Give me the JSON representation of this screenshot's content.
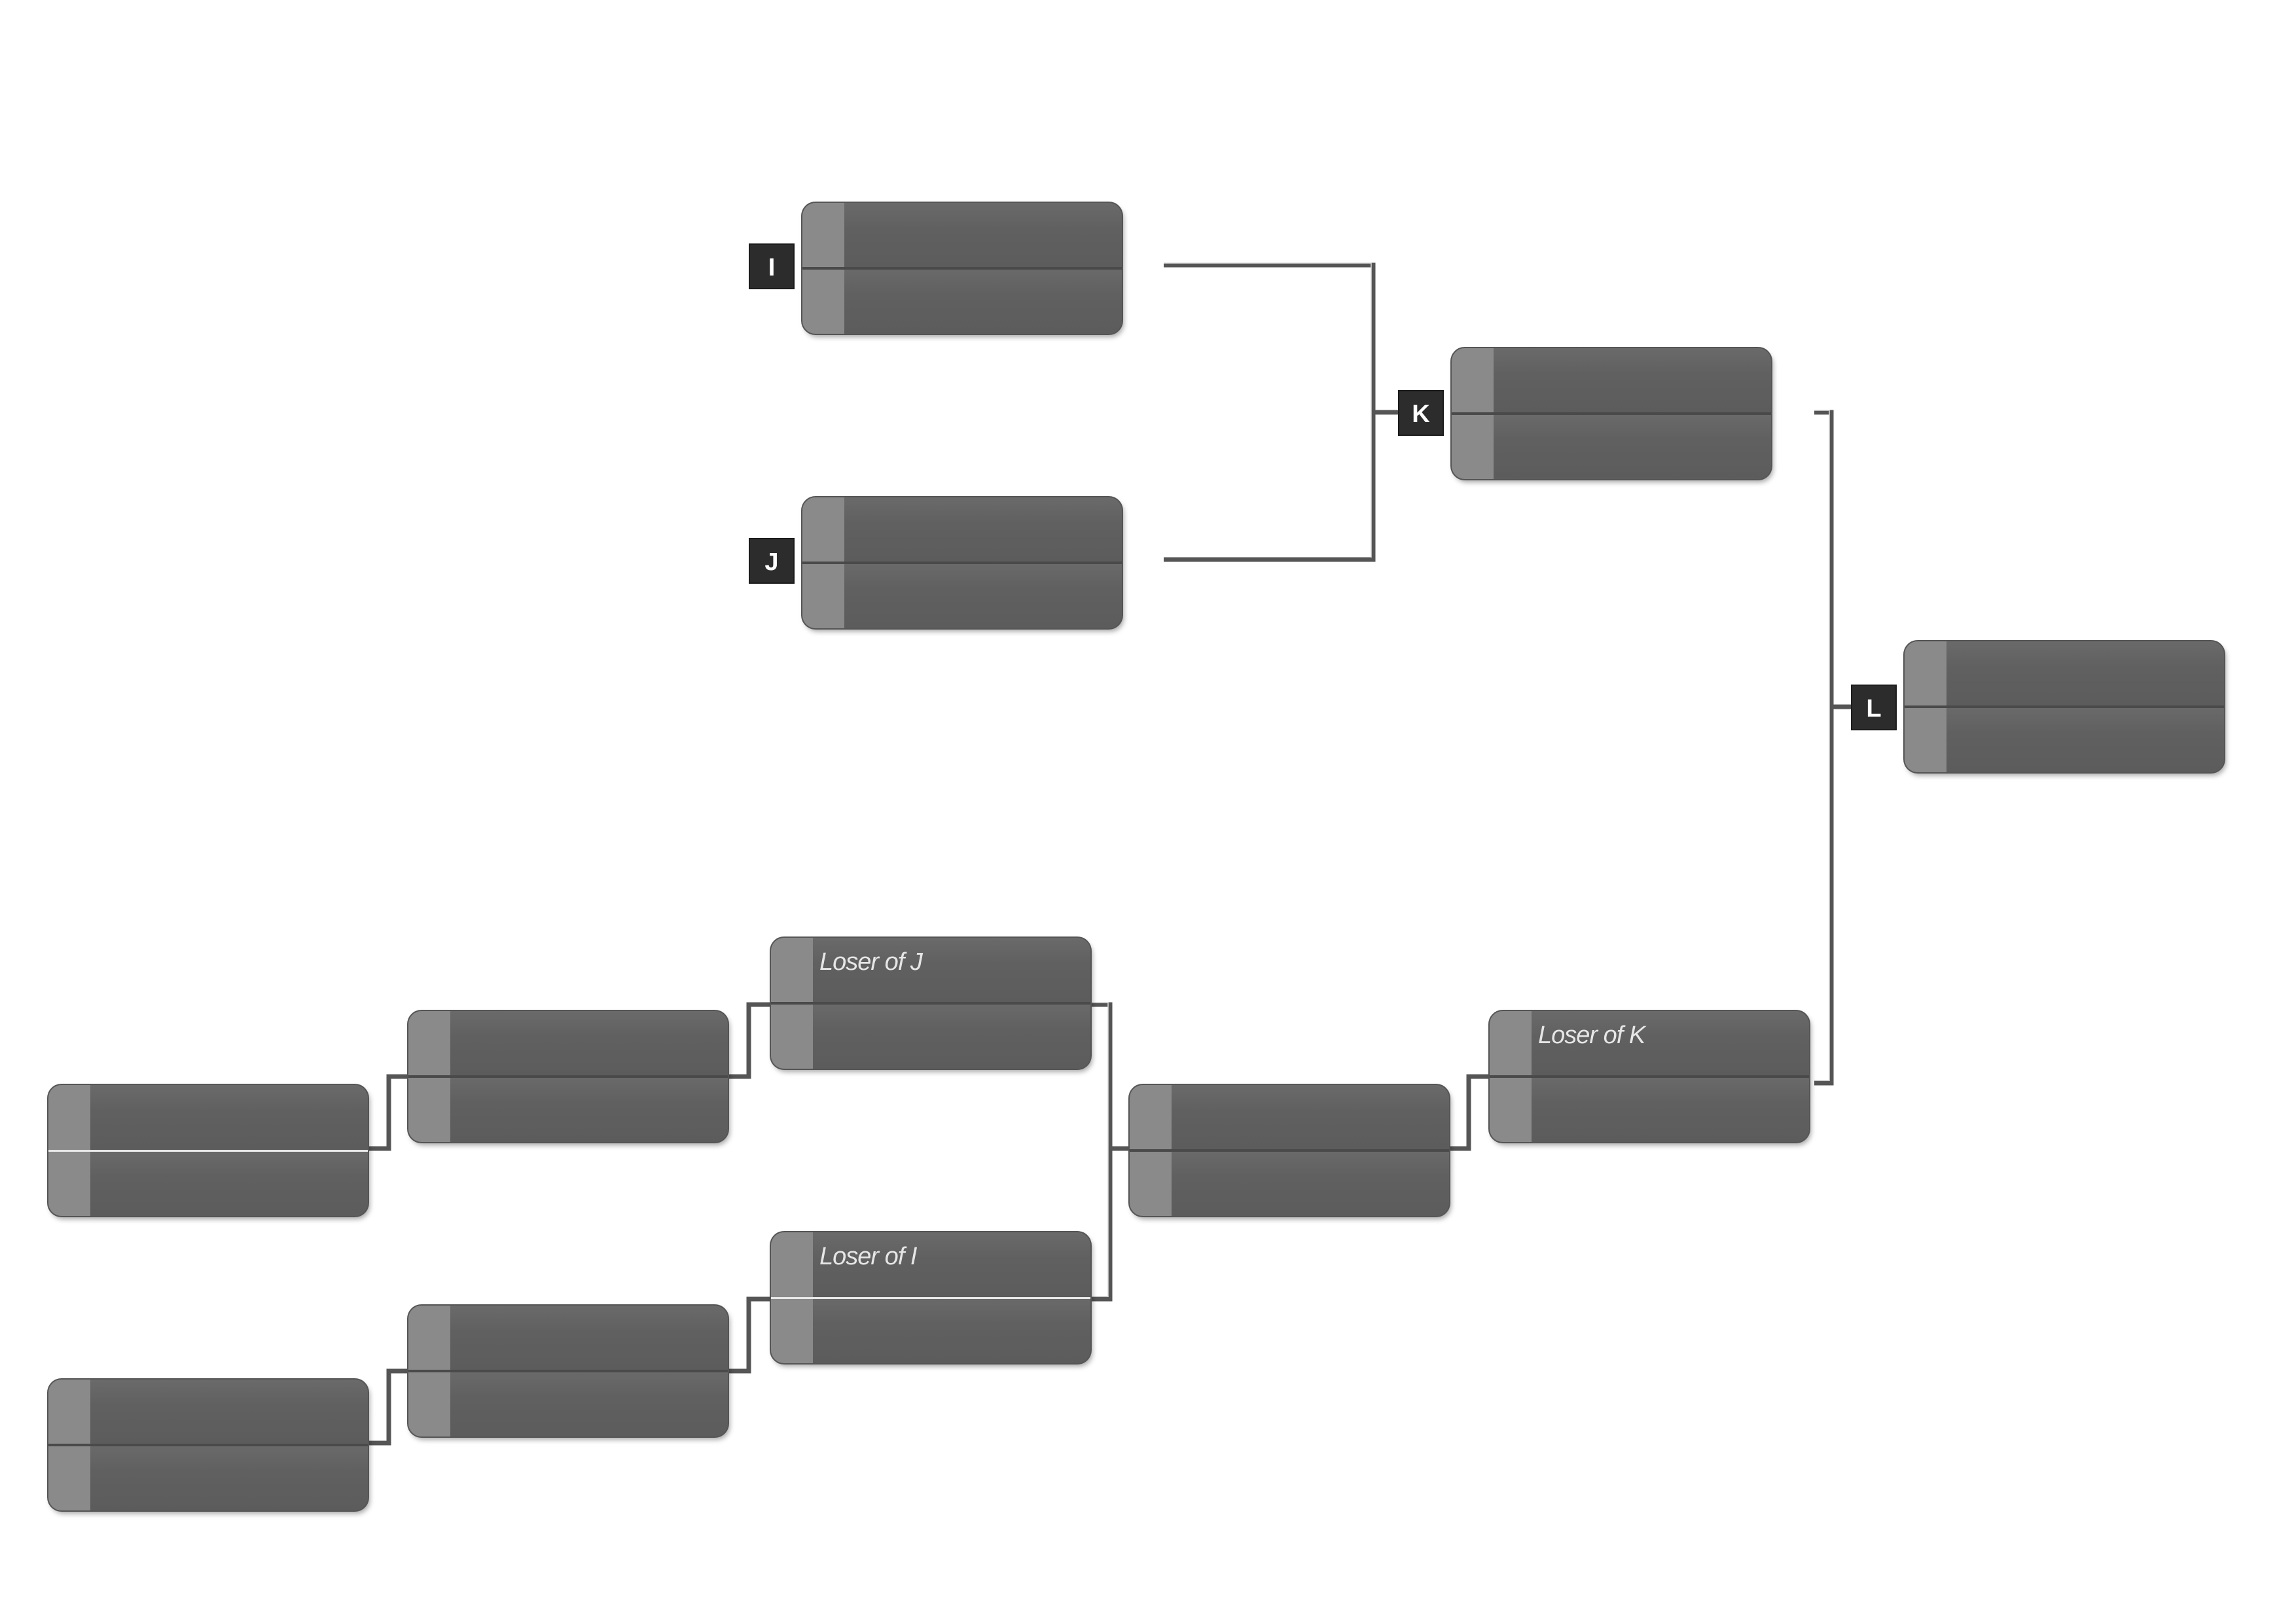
{
  "badges": {
    "i": "I",
    "j": "J",
    "k": "K",
    "l": "L"
  },
  "loser_labels": {
    "loser_j": "Loser of J",
    "loser_i": "Loser of I",
    "loser_k": "Loser of K"
  },
  "colors": {
    "box_fill": "#606060",
    "seed_strip": "#8a8a8a",
    "connector": "#555555",
    "badge_fill": "#2c2c2c",
    "label_text": "#e6e6e6"
  }
}
